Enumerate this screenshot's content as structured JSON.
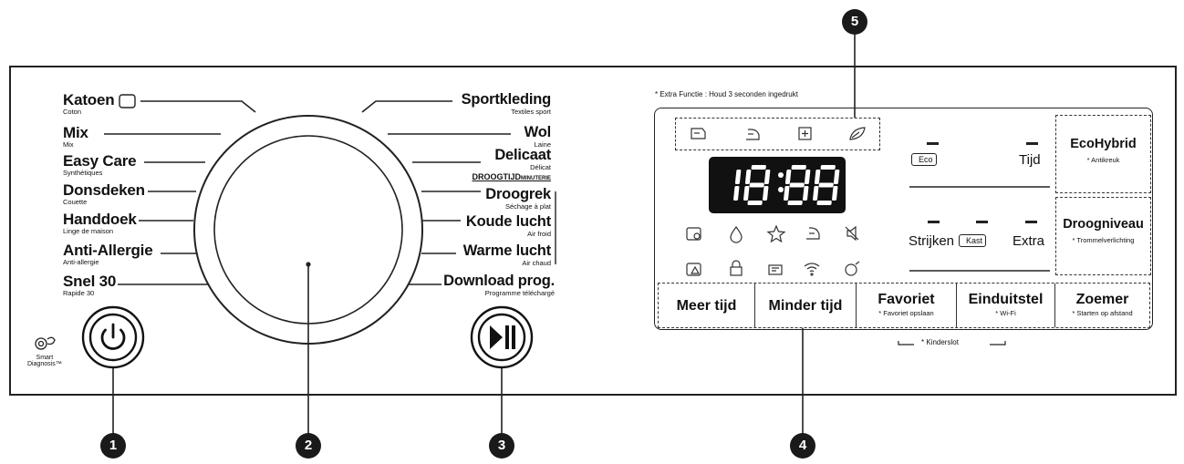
{
  "programs_left": [
    {
      "name": "Katoen",
      "sub": "Coton"
    },
    {
      "name": "Mix",
      "sub": "Mix"
    },
    {
      "name": "Easy Care",
      "sub": "Synthétiques"
    },
    {
      "name": "Donsdeken",
      "sub": "Couette"
    },
    {
      "name": "Handdoek",
      "sub": "Linge de maison"
    },
    {
      "name": "Anti-Allergie",
      "sub": "Anti-allergie"
    },
    {
      "name": "Snel 30",
      "sub": "Rapide 30"
    }
  ],
  "programs_right": [
    {
      "name": "Sportkleding",
      "sub": "Textiles sport"
    },
    {
      "name": "Wol",
      "sub": "Laine"
    },
    {
      "name": "Delicaat",
      "sub": "Délicat"
    },
    {
      "name": "Droogrek",
      "sub": "Séchage à plat"
    },
    {
      "name": "Koude lucht",
      "sub": "Air froid"
    },
    {
      "name": "Warme lucht",
      "sub": "Air chaud"
    },
    {
      "name": "Download prog.",
      "sub": "Programme téléchargé"
    }
  ],
  "droogtijd_label": "DROOGTIJD",
  "droogtijd_sub": "MINUTERIE",
  "smart_diagnosis": [
    "Smart",
    "Diagnosis™"
  ],
  "extra_function_note": "* Extra Functie : Houd 3 seconden ingedrukt",
  "display_digits": "18:88",
  "options": {
    "eco": "Eco",
    "tijd": "Tijd",
    "strijken": "Strijken",
    "kast": "Kast",
    "extra": "Extra"
  },
  "buttons": [
    {
      "label": "Meer tijd",
      "sub": ""
    },
    {
      "label": "Minder tijd",
      "sub": ""
    },
    {
      "label": "Favoriet",
      "sub": "* Favoriet opslaan"
    },
    {
      "label": "Einduitstel",
      "sub": "* Wi-Fi"
    },
    {
      "label": "Zoemer",
      "sub": "* Starten op afstand"
    }
  ],
  "side_buttons": [
    {
      "label": "EcoHybrid",
      "sub": "* Antikreuk"
    },
    {
      "label": "Droogniveau",
      "sub": "* Trommelverlichting"
    }
  ],
  "kinderslot": "* Kinderslot",
  "callouts": [
    "1",
    "2",
    "3",
    "4",
    "5"
  ],
  "icons": {
    "top_row": [
      "pre-wash-icon",
      "iron-icon",
      "steam-icon",
      "leaf-icon"
    ],
    "status_row1": [
      "tub-clean-icon",
      "water-drop-icon",
      "star-icon",
      "drying-icon",
      "mute-icon"
    ],
    "status_row2": [
      "tub-warning-icon",
      "lock-icon",
      "remote-icon",
      "wifi-icon",
      "smart-diagnosis-icon"
    ]
  }
}
